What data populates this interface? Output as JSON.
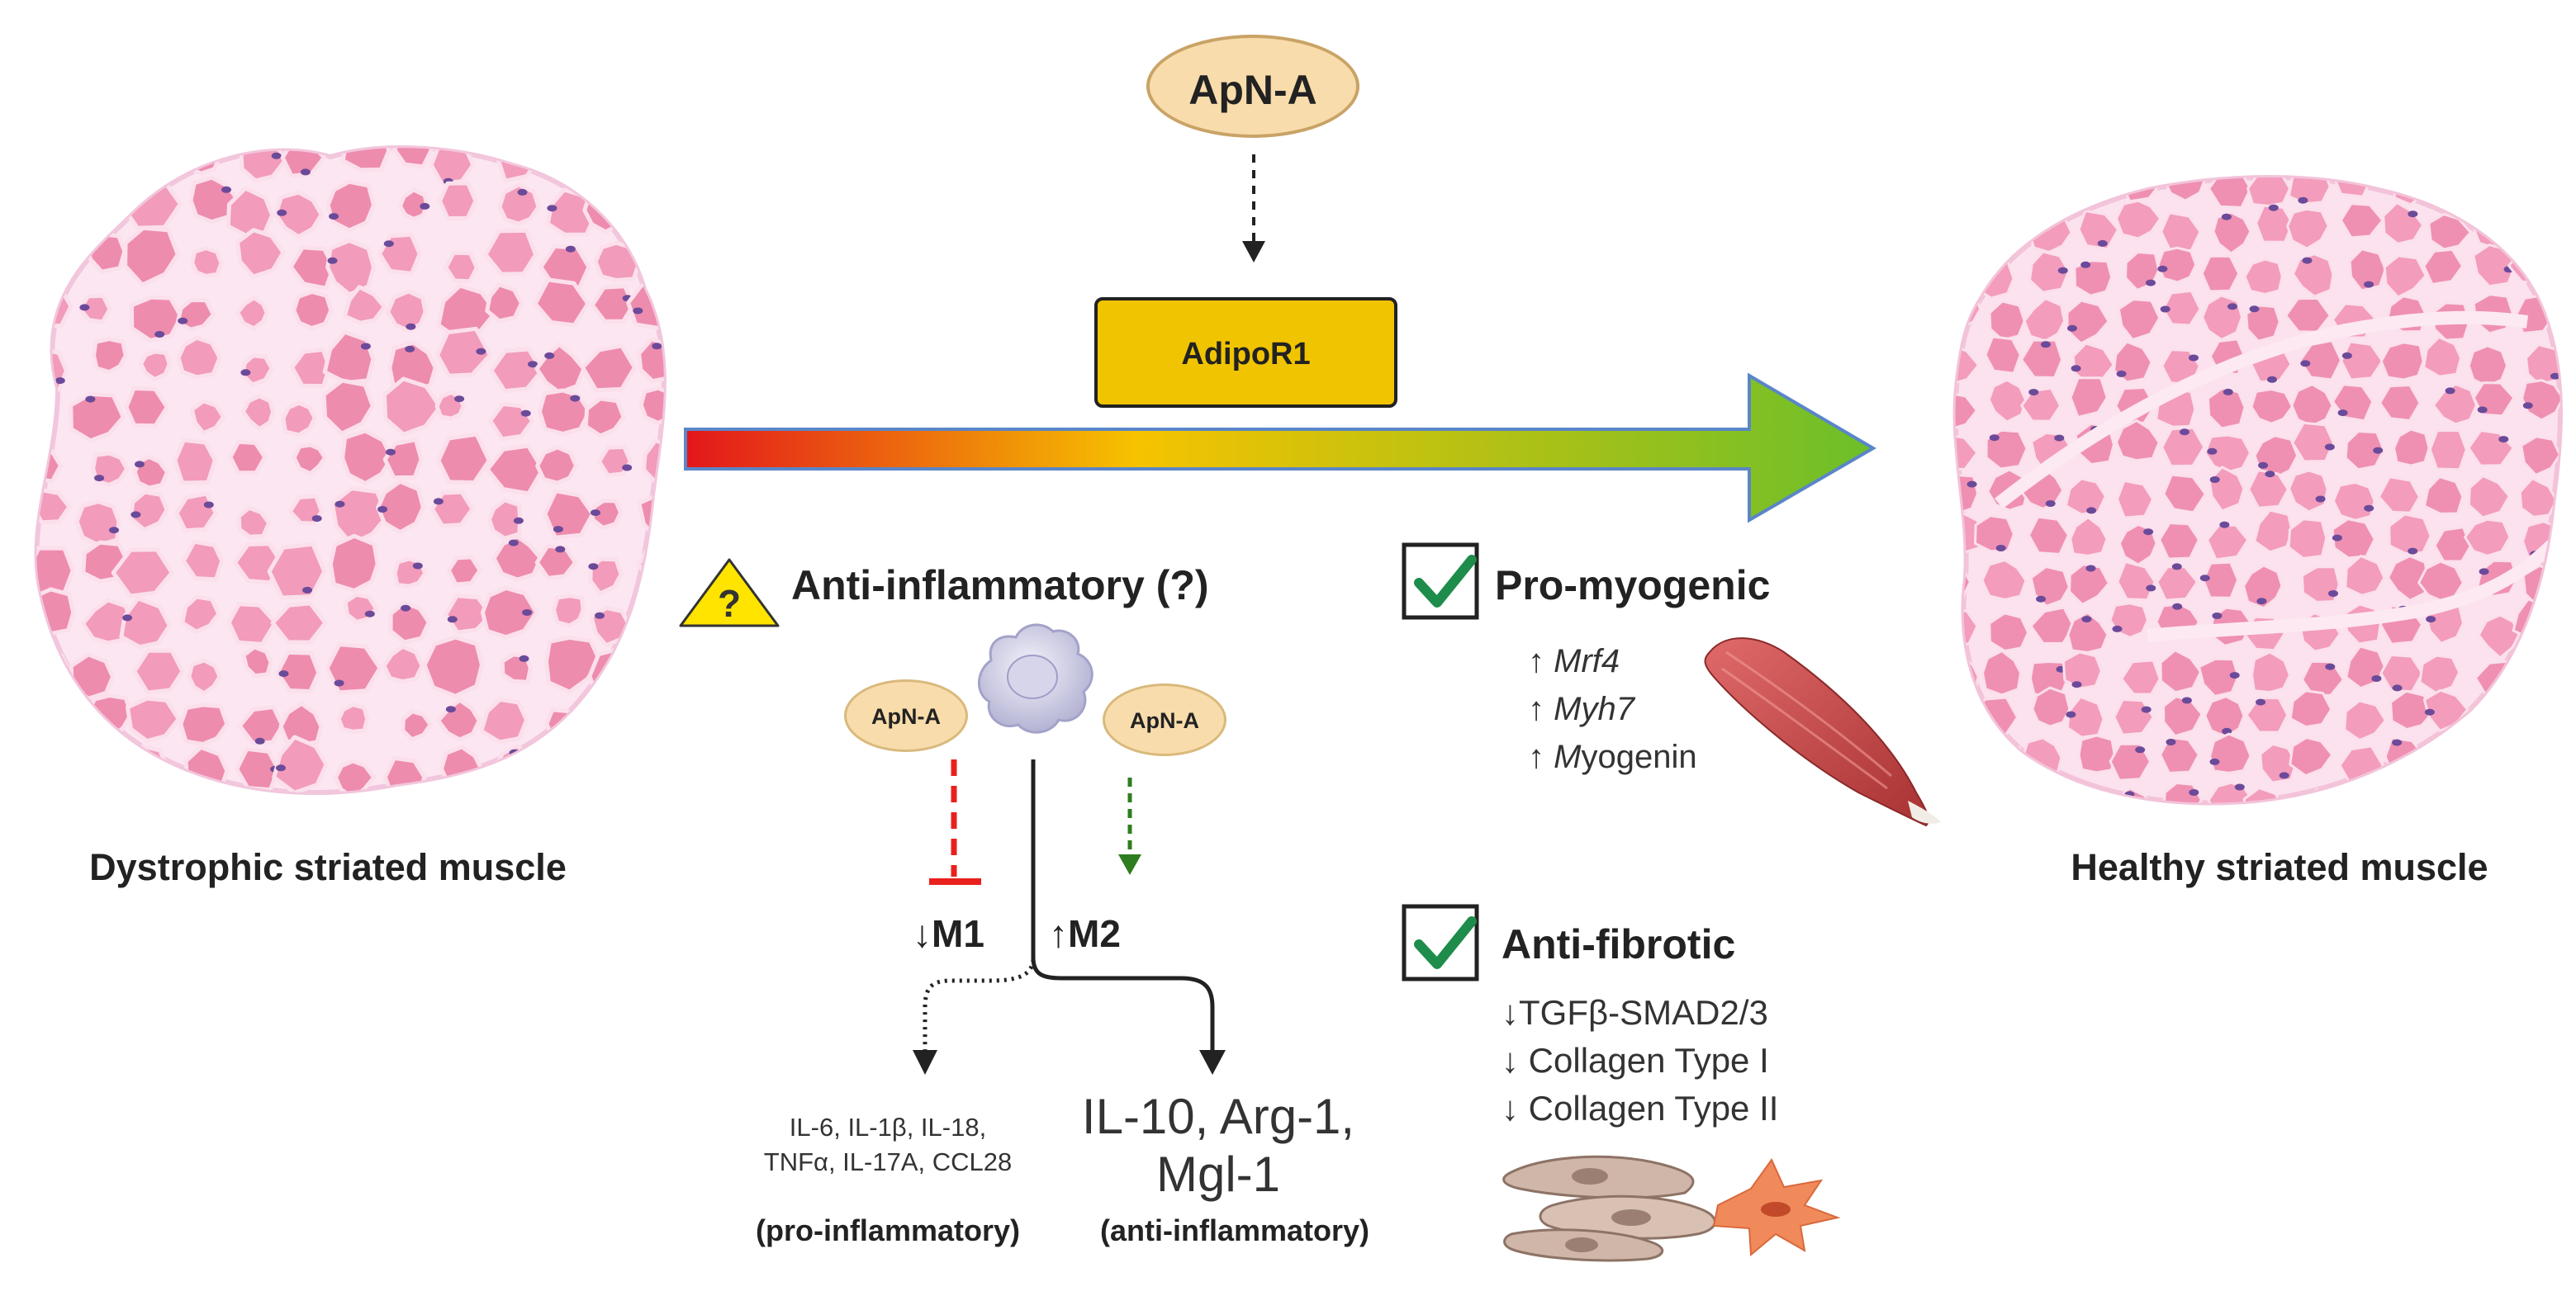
{
  "colors": {
    "apn_fill": "#f8dcab",
    "apn_stroke": "#c9a366",
    "adipor1_fill": "#f0c400",
    "arrow_start": "#e3161b",
    "arrow_mid": "#f6c300",
    "arrow_end": "#6cbf2a",
    "inhibit_red": "#e8211d",
    "promote_green": "#2e7d1e",
    "check_green": "#1e8c4a",
    "warning_yellow": "#ffe400",
    "muscle_pink": "#ef8fb0",
    "nuclei_purple": "#6b4a9a"
  },
  "diagram": {
    "ligand": "ApN-A",
    "receptor": "AdipoR1",
    "left_muscle_label": "Dystrophic striated muscle",
    "right_muscle_label": "Healthy striated muscle",
    "anti_inflammatory": {
      "title": "Anti-inflammatory (?)",
      "warning_icon": "warning-triangle-question-icon",
      "macrophage_icon": "macrophage-icon",
      "apn_left": "ApN-A",
      "apn_right": "ApN-A",
      "m1": "↓M1",
      "m2": "↑M2",
      "pro_cytokines_line1": "IL-6, IL-1β, IL-18,",
      "pro_cytokines_line2": "TNFα, IL-17A, CCL28",
      "pro_label": "(pro-inflammatory)",
      "anti_cytokines_line1": "IL-10, Arg-1,",
      "anti_cytokines_line2": "Mgl-1",
      "anti_label": "(anti-inflammatory)"
    },
    "pro_myogenic": {
      "title": "Pro-myogenic",
      "check_icon": "checkmark-icon",
      "muscle_icon": "muscle-fiber-icon",
      "items": [
        {
          "arrow": "↑",
          "gene": "Mrf4",
          "rest": ""
        },
        {
          "arrow": "↑",
          "gene": "Myh7",
          "rest": ""
        },
        {
          "arrow": "↑",
          "gene": "M",
          "rest": "yogenin"
        }
      ]
    },
    "anti_fibrotic": {
      "title": "Anti-fibrotic",
      "check_icon": "checkmark-icon",
      "fibroblast_icon": "fibroblasts-icon",
      "items": [
        "↓TGFβ-SMAD2/3",
        "↓ Collagen Type I",
        "↓ Collagen Type II"
      ]
    }
  }
}
